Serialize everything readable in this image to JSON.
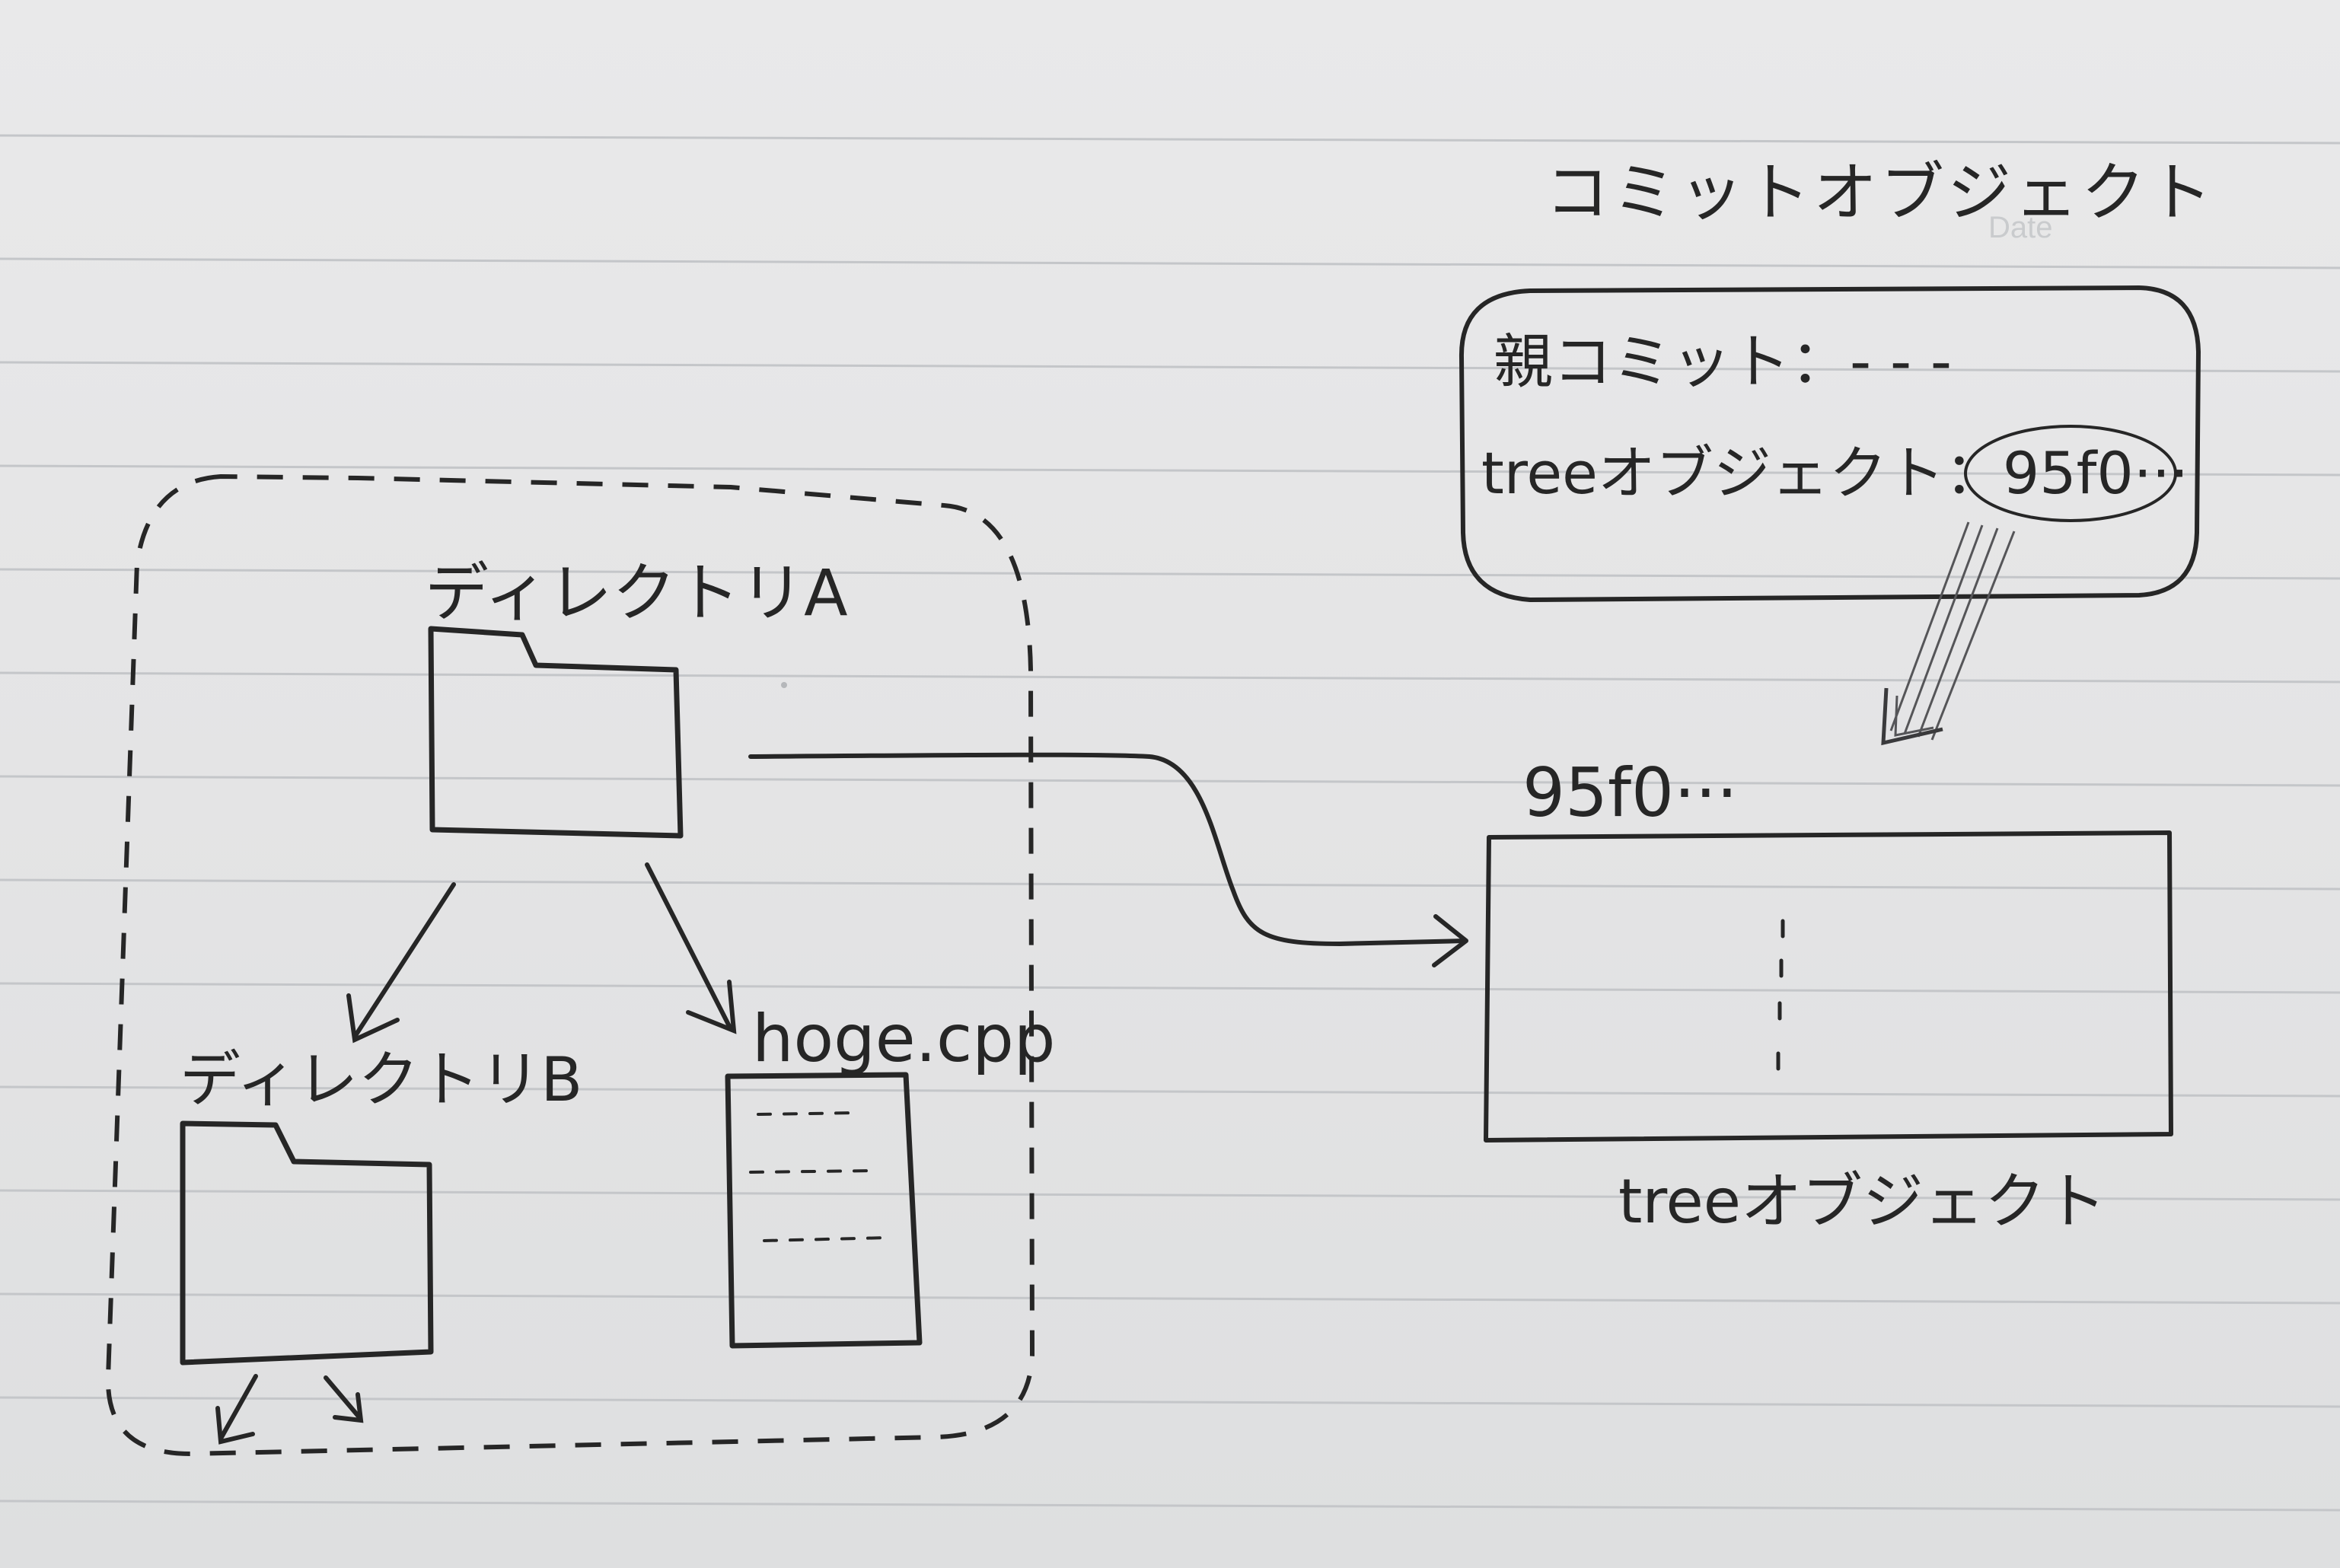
{
  "header": {
    "title": "コミットオブジェクト",
    "date_label": "Date"
  },
  "commit": {
    "parent_line": "親コミット：- - -",
    "tree_key": "treeオブジェクト",
    "tree_sep": "：",
    "tree_hash": "95f0···"
  },
  "tree_object": {
    "hash": "95f0···",
    "caption": "treeオブジェクト"
  },
  "working_tree": {
    "directory_a": "ディレクトリA",
    "directory_b": "ディレクトリB",
    "file": "hoge.cpp"
  },
  "colors": {
    "ink": "#262626",
    "paper": "#e6e6e6",
    "ruled_line": "#c4c6c9"
  },
  "icons": {
    "directory_a": "folder-icon",
    "directory_b": "folder-icon",
    "file": "document-icon"
  }
}
